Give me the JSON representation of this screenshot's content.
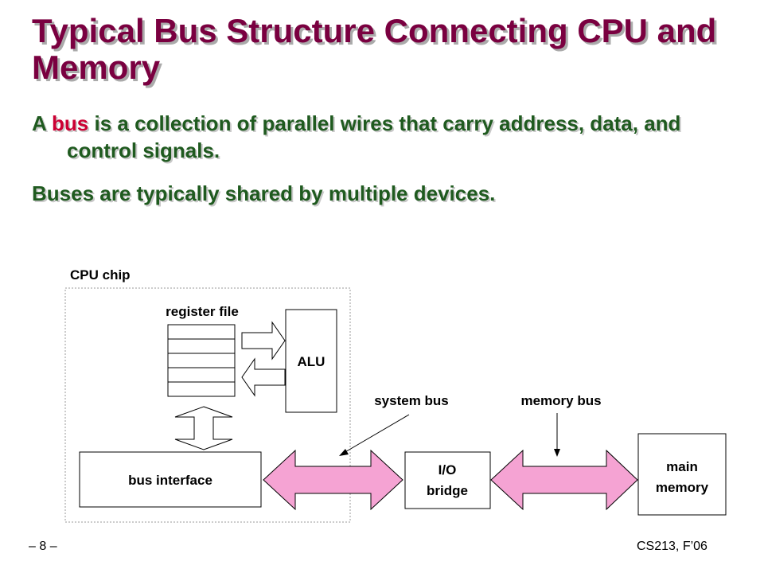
{
  "slide": {
    "title": "Typical Bus Structure Connecting CPU and Memory",
    "bullet1": {
      "prefix": "A ",
      "highlight": "bus",
      "rest": " is a collection of parallel wires that carry address, data, and control signals."
    },
    "bullet2": "Buses are typically shared by multiple devices."
  },
  "diagram": {
    "cpu_chip_label": "CPU chip",
    "register_file_label": "register file",
    "alu_label": "ALU",
    "bus_interface_label": "bus interface",
    "io_bridge_line1": "I/O",
    "io_bridge_line2": "bridge",
    "main_memory_line1": "main",
    "main_memory_line2": "memory",
    "system_bus_label": "system bus",
    "memory_bus_label": "memory bus",
    "bus_color": "#f5a3d3"
  },
  "footer": {
    "page": "– 8 –",
    "course": "CS213, F’06"
  }
}
